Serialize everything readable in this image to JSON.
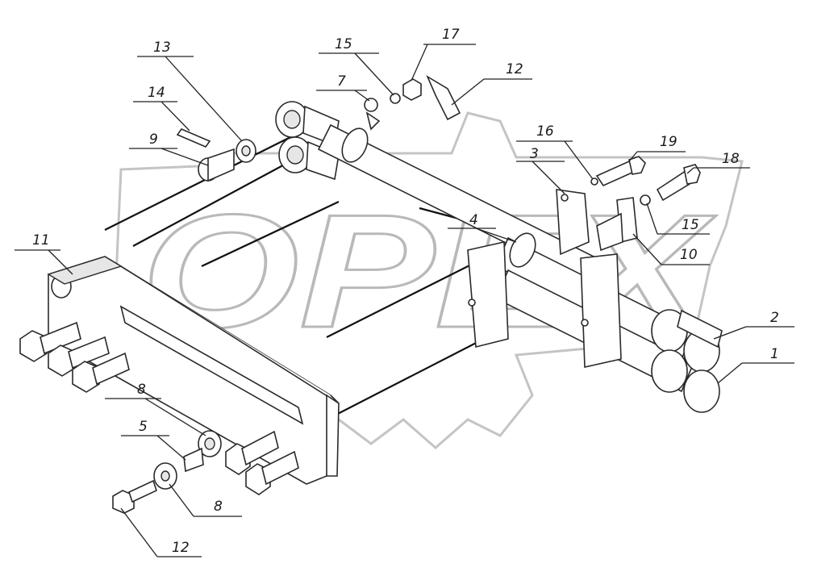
{
  "watermark": {
    "text": "OPEX"
  },
  "callouts": [
    {
      "id": "c13",
      "label": "13"
    },
    {
      "id": "c14",
      "label": "14"
    },
    {
      "id": "c9",
      "label": "9"
    },
    {
      "id": "c11",
      "label": "11"
    },
    {
      "id": "c15a",
      "label": "15"
    },
    {
      "id": "c7",
      "label": "7"
    },
    {
      "id": "c17",
      "label": "17"
    },
    {
      "id": "c12a",
      "label": "12"
    },
    {
      "id": "c16",
      "label": "16"
    },
    {
      "id": "c3",
      "label": "3"
    },
    {
      "id": "c19",
      "label": "19"
    },
    {
      "id": "c18",
      "label": "18"
    },
    {
      "id": "c4",
      "label": "4"
    },
    {
      "id": "c15b",
      "label": "15"
    },
    {
      "id": "c10",
      "label": "10"
    },
    {
      "id": "c2",
      "label": "2"
    },
    {
      "id": "c1",
      "label": "1"
    },
    {
      "id": "c8a",
      "label": "8"
    },
    {
      "id": "c5",
      "label": "5"
    },
    {
      "id": "c8b",
      "label": "8"
    },
    {
      "id": "c12b",
      "label": "12"
    }
  ]
}
